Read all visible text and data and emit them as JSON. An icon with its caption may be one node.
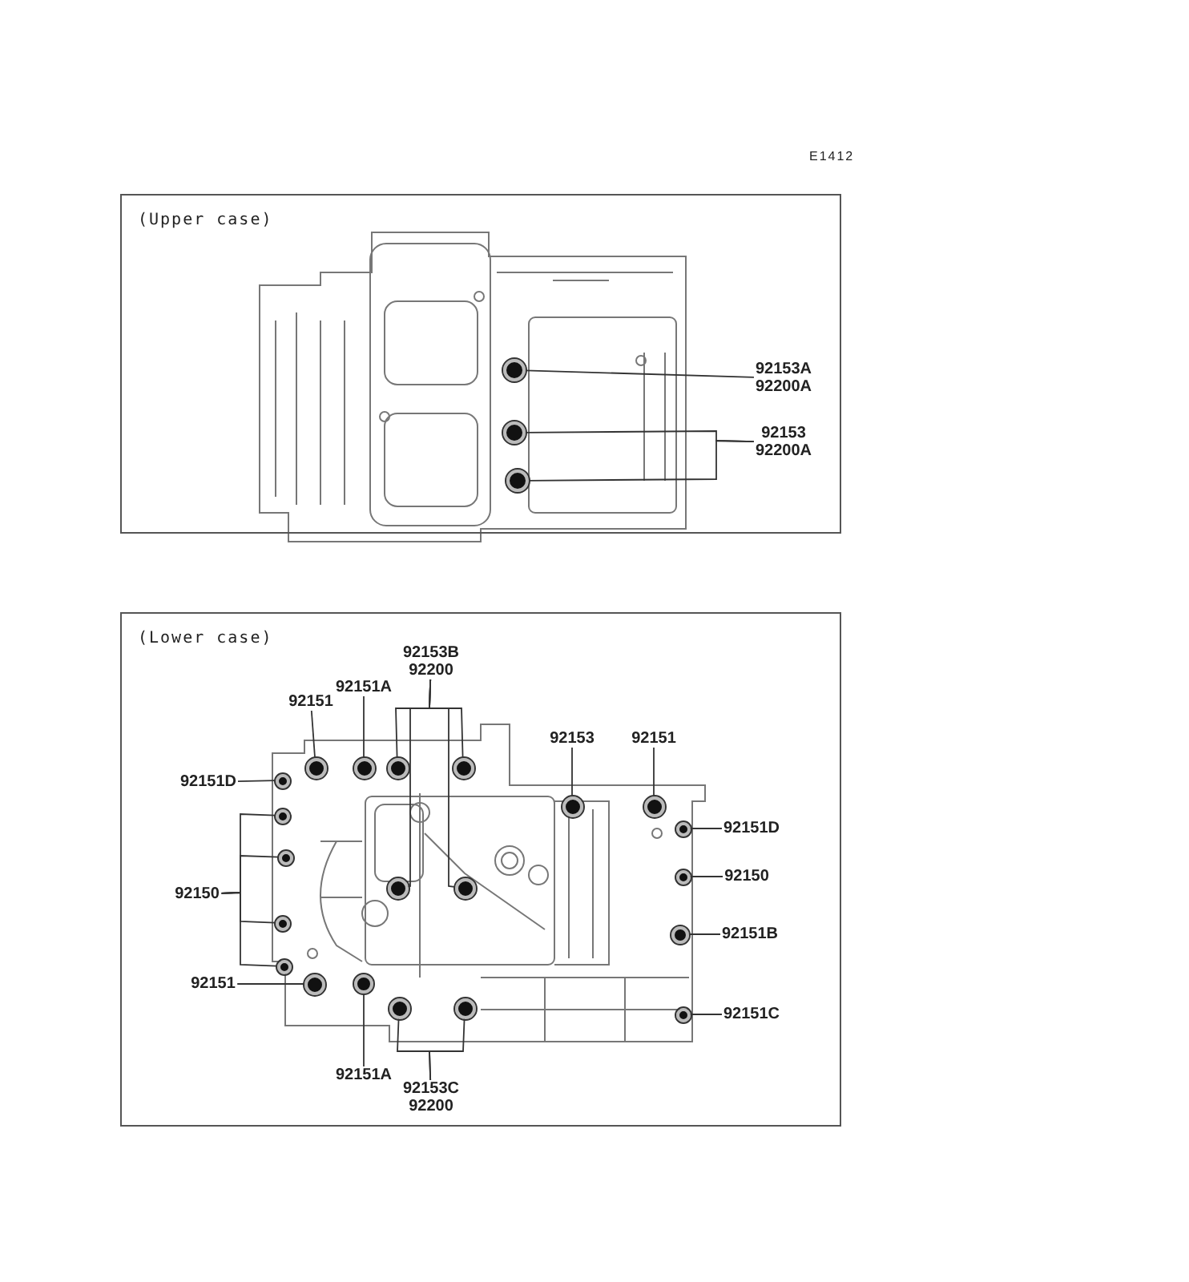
{
  "diagram": {
    "nodes": [
      {
        "text": [
          "(Upper case)"
        ]
      },
      {
        "text": [
          "92153A",
          "92200A"
        ],
        "in": 0
      },
      {
        "text": [
          "92153",
          "92200A"
        ],
        "in": 0
      },
      {
        "text": [],
        "shape": "circle",
        "in": 0
      },
      {
        "text": [],
        "shape": "circle",
        "in": 0
      },
      {
        "text": [],
        "shape": "circle",
        "in": 0
      },
      {
        "text": [
          "(Lower case)"
        ]
      },
      {
        "text": [
          "92153B",
          "92200"
        ],
        "in": 6
      },
      {
        "text": [
          "92151A"
        ],
        "in": 6
      },
      {
        "text": [
          "92151"
        ],
        "in": 6
      },
      {
        "text": [
          "92151D"
        ],
        "in": 6
      },
      {
        "text": [
          "92153"
        ],
        "in": 6
      },
      {
        "text": [
          "92151"
        ],
        "in": 6
      },
      {
        "text": [
          "92151D"
        ],
        "in": 6
      },
      {
        "text": [
          "92150"
        ],
        "in": 6
      },
      {
        "text": [
          "92150"
        ],
        "in": 6
      },
      {
        "text": [
          "92151B"
        ],
        "in": 6
      },
      {
        "text": [
          "92151"
        ],
        "in": 6
      },
      {
        "text": [
          "92151C"
        ],
        "in": 6
      },
      {
        "text": [
          "92151A"
        ],
        "in": 6
      },
      {
        "text": [
          "92153C",
          "92200"
        ],
        "in": 6
      },
      {
        "text": [],
        "shape": "circle",
        "in": 6
      },
      {
        "text": [],
        "shape": "circle",
        "in": 6
      },
      {
        "text": [],
        "shape": "circle",
        "in": 6
      },
      {
        "text": [],
        "shape": "circle",
        "in": 6
      },
      {
        "text": [],
        "shape": "circle",
        "in": 6
      },
      {
        "text": [],
        "shape": "circle",
        "in": 6
      },
      {
        "text": [],
        "shape": "circle",
        "in": 6
      },
      {
        "text": [],
        "shape": "circle",
        "in": 6
      },
      {
        "text": [],
        "shape": "circle",
        "in": 6
      },
      {
        "text": [],
        "shape": "circle",
        "in": 6
      },
      {
        "text": [],
        "shape": "circle",
        "in": 6
      },
      {
        "text": [],
        "shape": "circle",
        "in": 6
      },
      {
        "text": [],
        "shape": "circle",
        "in": 6
      },
      {
        "text": [],
        "shape": "circle",
        "in": 6
      },
      {
        "text": [],
        "shape": "circle",
        "in": 6
      },
      {
        "text": [],
        "shape": "circle",
        "in": 6
      },
      {
        "text": [],
        "shape": "circle",
        "in": 6
      },
      {
        "text": [],
        "shape": "circle",
        "in": 6
      },
      {
        "text": [],
        "shape": "circle",
        "in": 6
      },
      {
        "text": [],
        "shape": "circle",
        "in": 6
      },
      {
        "text": [],
        "shape": "circle",
        "in": 6
      }
    ],
    "edges": [
      {
        "from": 1,
        "to": 3,
        "arrow": "none"
      },
      {
        "from": 2,
        "to": 4,
        "arrow": "none"
      },
      {
        "from": 2,
        "to": 5,
        "arrow": "none"
      },
      {
        "from": 7,
        "to": 23,
        "arrow": "none"
      },
      {
        "from": 7,
        "to": 24,
        "arrow": "none"
      },
      {
        "from": 7,
        "to": 32,
        "arrow": "none"
      },
      {
        "from": 7,
        "to": 33,
        "arrow": "none"
      },
      {
        "from": 8,
        "to": 22,
        "arrow": "none"
      },
      {
        "from": 9,
        "to": 21,
        "arrow": "none"
      },
      {
        "from": 10,
        "to": 25,
        "arrow": "none"
      },
      {
        "from": 11,
        "to": 26,
        "arrow": "none"
      },
      {
        "from": 12,
        "to": 27,
        "arrow": "none"
      },
      {
        "from": 13,
        "to": 29,
        "arrow": "none"
      },
      {
        "from": 14,
        "to": 28,
        "arrow": "none"
      },
      {
        "from": 14,
        "to": 30,
        "arrow": "none"
      },
      {
        "from": 14,
        "to": 34,
        "arrow": "none"
      },
      {
        "from": 14,
        "to": 36,
        "arrow": "none"
      },
      {
        "from": 15,
        "to": 31,
        "arrow": "none"
      },
      {
        "from": 16,
        "to": 35,
        "arrow": "none"
      },
      {
        "from": 17,
        "to": 37,
        "arrow": "none"
      },
      {
        "from": 18,
        "to": 41,
        "arrow": "none"
      },
      {
        "from": 19,
        "to": 38,
        "arrow": "none"
      },
      {
        "from": 20,
        "to": 39,
        "arrow": "none"
      },
      {
        "from": 20,
        "to": 40,
        "arrow": "none"
      }
    ],
    "labels": [
      "E1412"
    ]
  }
}
